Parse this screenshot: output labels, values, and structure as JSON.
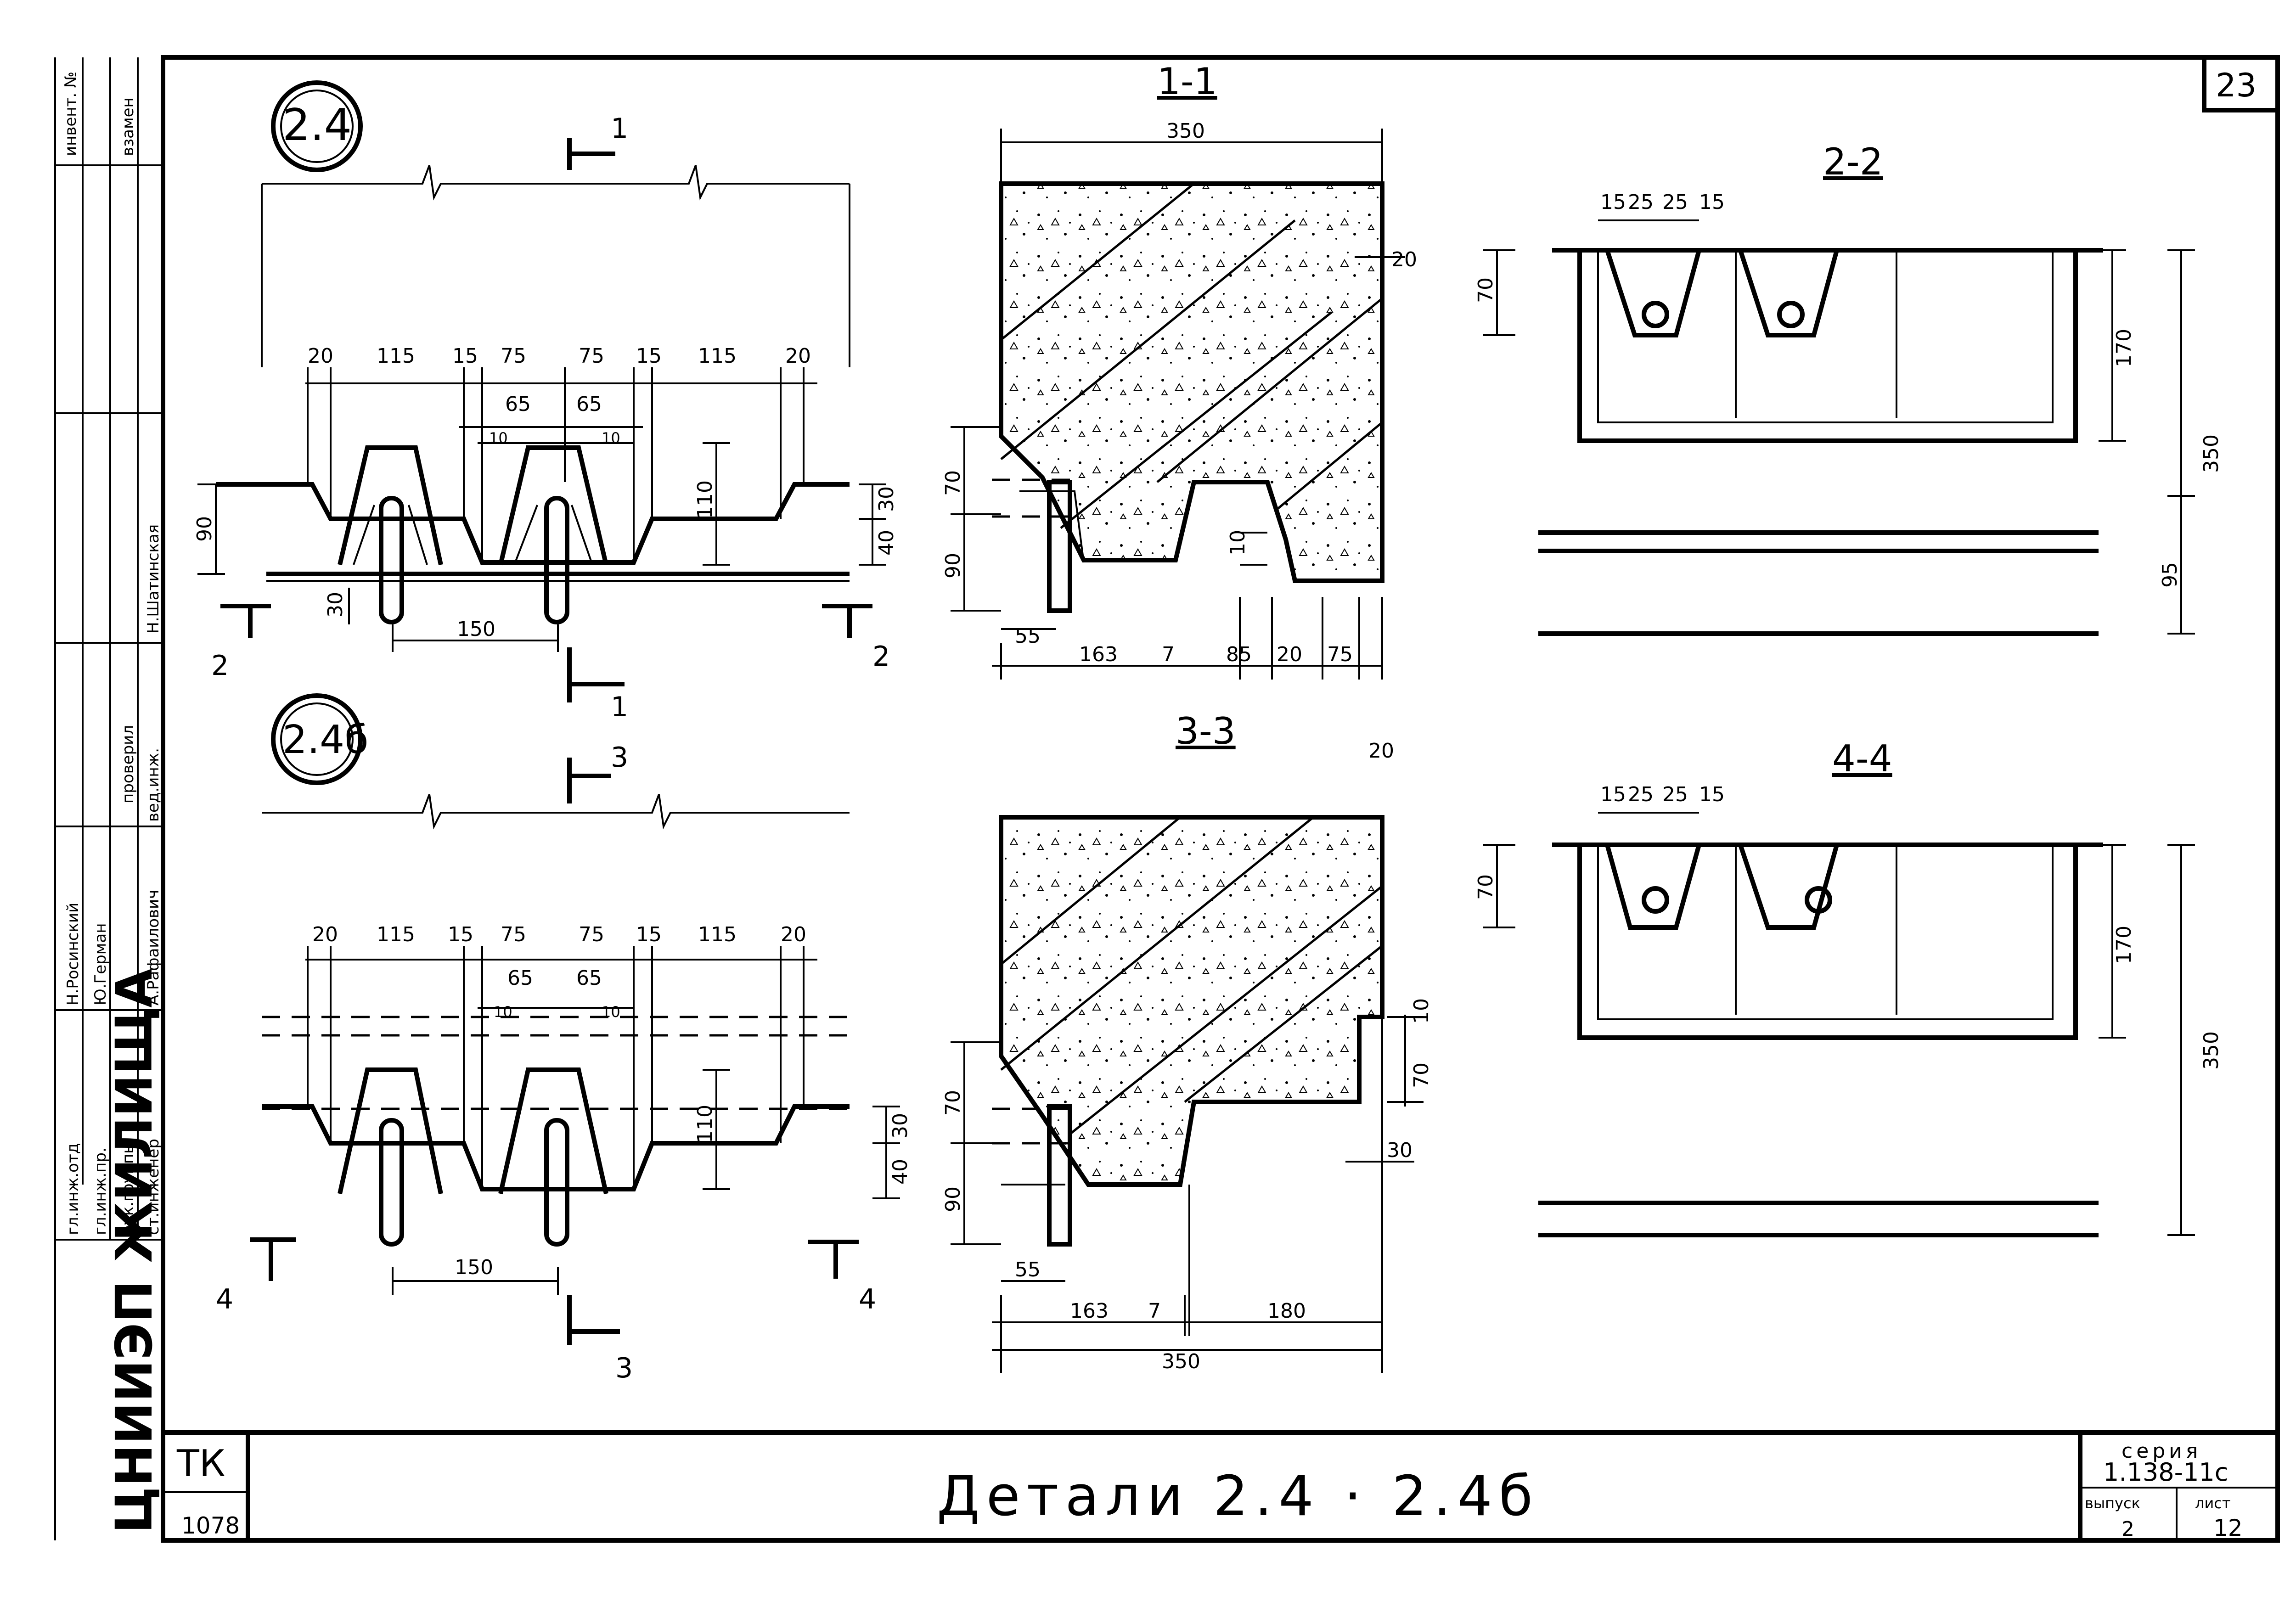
{
  "title": "Детали 2.4 · 2.4б",
  "sheet_number": "23",
  "org_name": "ЦНИИЭП ЖИЛИЩА",
  "stamp_code": "ТК",
  "stamp_code_number": "1078",
  "series_label": "серия",
  "series_value": "1.138-11с",
  "issue_label": "выпуск",
  "issue_value": "2",
  "sheet_label": "лист",
  "sheet_value": "12",
  "margin_headers": [
    "инвент. №",
    "взамен"
  ],
  "checked_label": "проверил",
  "checked_name": "Н.Шатинская",
  "roles": [
    "гл.инж.отд",
    "гл.инж.пр.",
    "рук.группы",
    "ст.инженер"
  ],
  "names": [
    "Н.Росинский",
    "Ю.Герман",
    "",
    "А.Рафаилович"
  ],
  "extra_role": "вед.инж.",
  "details": [
    {
      "marker": "2.4",
      "section_marks": [
        "1",
        "1",
        "2",
        "2"
      ],
      "dims_top": [
        "20",
        "115",
        "15",
        "75",
        "75",
        "15",
        "115",
        "20"
      ],
      "dims_mid": [
        "65",
        "65",
        "10",
        "10"
      ],
      "dims_side": [
        "90",
        "110",
        "30",
        "40"
      ],
      "dims_bottom": [
        "30",
        "150"
      ]
    },
    {
      "marker": "2.4б",
      "section_marks": [
        "3",
        "3",
        "4",
        "4"
      ],
      "dims_top": [
        "20",
        "115",
        "15",
        "75",
        "75",
        "15",
        "115",
        "20"
      ],
      "dims_mid": [
        "65",
        "65",
        "10",
        "10"
      ],
      "dims_side": [
        "110",
        "30",
        "40"
      ],
      "dims_bottom": [
        "150"
      ]
    }
  ],
  "sections": [
    {
      "title": "1-1",
      "dims": [
        "350",
        "20",
        "70",
        "90",
        "10",
        "55",
        "163",
        "7",
        "85",
        "20",
        "75"
      ]
    },
    {
      "title": "3-3",
      "dims": [
        "20",
        "10",
        "70",
        "30",
        "70",
        "90",
        "55",
        "163",
        "7",
        "180",
        "350"
      ]
    },
    {
      "title": "2-2",
      "dims": [
        "15",
        "25",
        "25",
        "15",
        "70",
        "170",
        "350",
        "95"
      ]
    },
    {
      "title": "4-4",
      "dims": [
        "15",
        "25",
        "25",
        "15",
        "70",
        "170",
        "350"
      ]
    }
  ]
}
